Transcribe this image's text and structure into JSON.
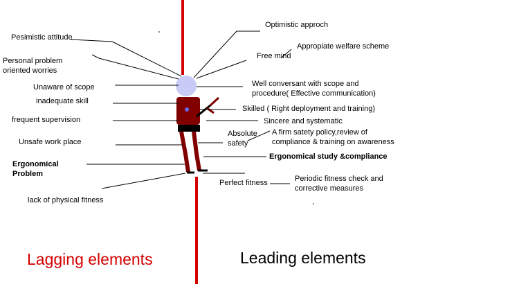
{
  "left_labels": {
    "pesimistic": "Pesimistic attitude",
    "personal_line1": "Personal problem",
    "personal_line2": "oriented worries",
    "unaware": "Unaware of scope",
    "inadequate": "inadequate skill",
    "frequent": "frequent supervision",
    "unsafe": "Unsafe work place",
    "ergo_line1": "Ergonomical",
    "ergo_line2": "Problem",
    "fitness": "lack of physical fitness"
  },
  "right_labels": {
    "optimistic": "Optimistic approch",
    "welfare": "Appropiate welfare scheme",
    "free_mind": "Free  mind",
    "well_line1": "Well conversant with scope and",
    "well_line2": "procedure( Effective communication)",
    "skilled": "Skilled ( Right deployment and training)",
    "sincere": "Sincere and systematic",
    "absolute_line1": "Absolute",
    "absolute_line2": "safety",
    "policy_line1": "A firm satety policy,review of",
    "policy_line2": "compliance & training on awareness",
    "ergo_study": "Ergonomical study &compliance",
    "perfect": "Perfect fitness",
    "periodic_line1": "Periodic fitness check and",
    "periodic_line2": "corrective measures"
  },
  "footer": {
    "lagging": "Lagging elements",
    "leading": "Leading elements"
  },
  "colors": {
    "axis_red": "#d40000",
    "lagging_red": "#d40000",
    "head": "#c8cbf6",
    "torso": "#800000",
    "legs": "#800000",
    "belt": "#000000"
  }
}
